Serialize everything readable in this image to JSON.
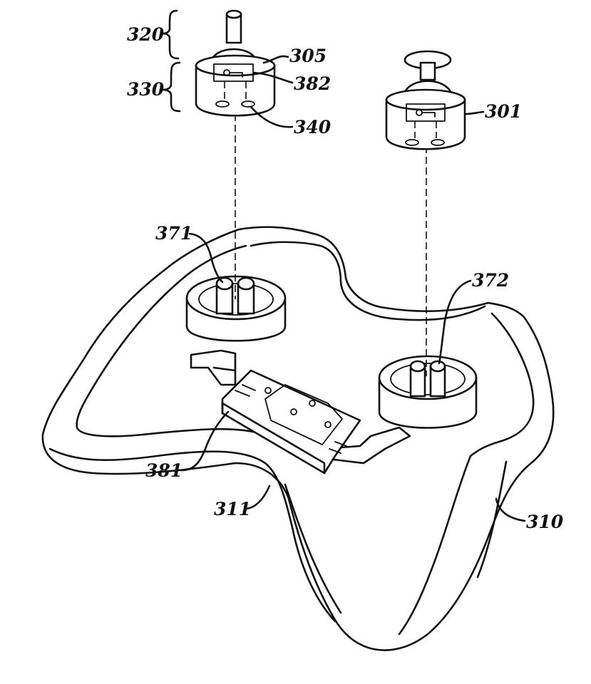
{
  "labels": {
    "l320": "320",
    "l330": "330",
    "l305": "305",
    "l382": "382",
    "l340": "340",
    "l301": "301",
    "l371": "371",
    "l372": "372",
    "l381": "381",
    "l311": "311",
    "l310": "310"
  }
}
